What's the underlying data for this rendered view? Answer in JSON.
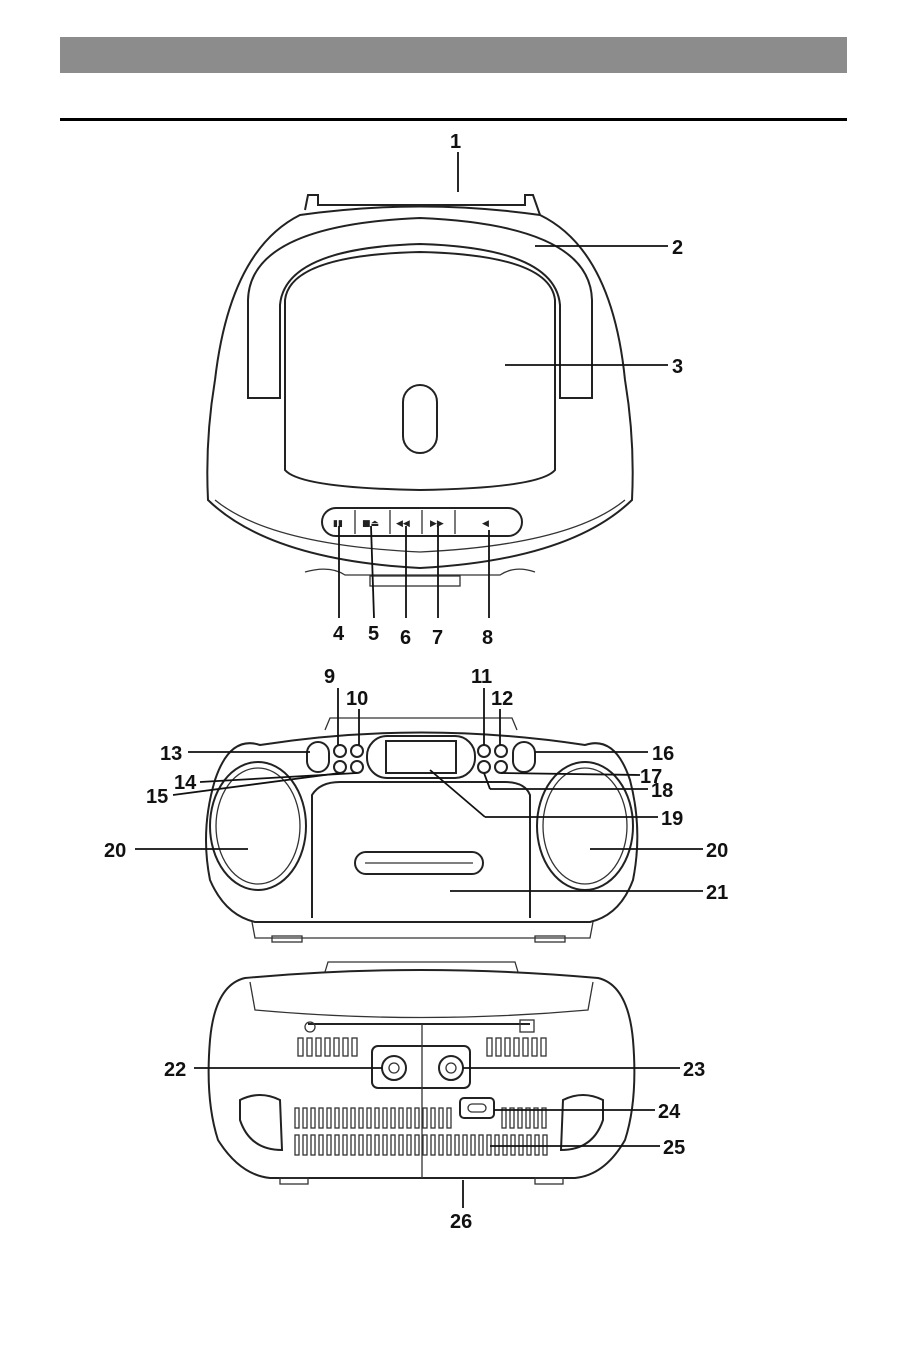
{
  "header": {
    "title": ""
  },
  "callouts": {
    "c1": "1",
    "c2": "2",
    "c3": "3",
    "c4": "4",
    "c5": "5",
    "c6": "6",
    "c7": "7",
    "c8": "8",
    "c9": "9",
    "c10": "10",
    "c11": "11",
    "c12": "12",
    "c13": "13",
    "c14": "14",
    "c15": "15",
    "c16": "16",
    "c17": "17",
    "c18": "18",
    "c19": "19",
    "c20a": "20",
    "c20b": "20",
    "c21": "21",
    "c22": "22",
    "c23": "23",
    "c24": "24",
    "c25": "25",
    "c26": "26"
  },
  "buttons": {
    "b4": "▮▮",
    "b5": "■⏏",
    "b6": "◀◀",
    "b7": "▶▶",
    "b8": "◀"
  }
}
